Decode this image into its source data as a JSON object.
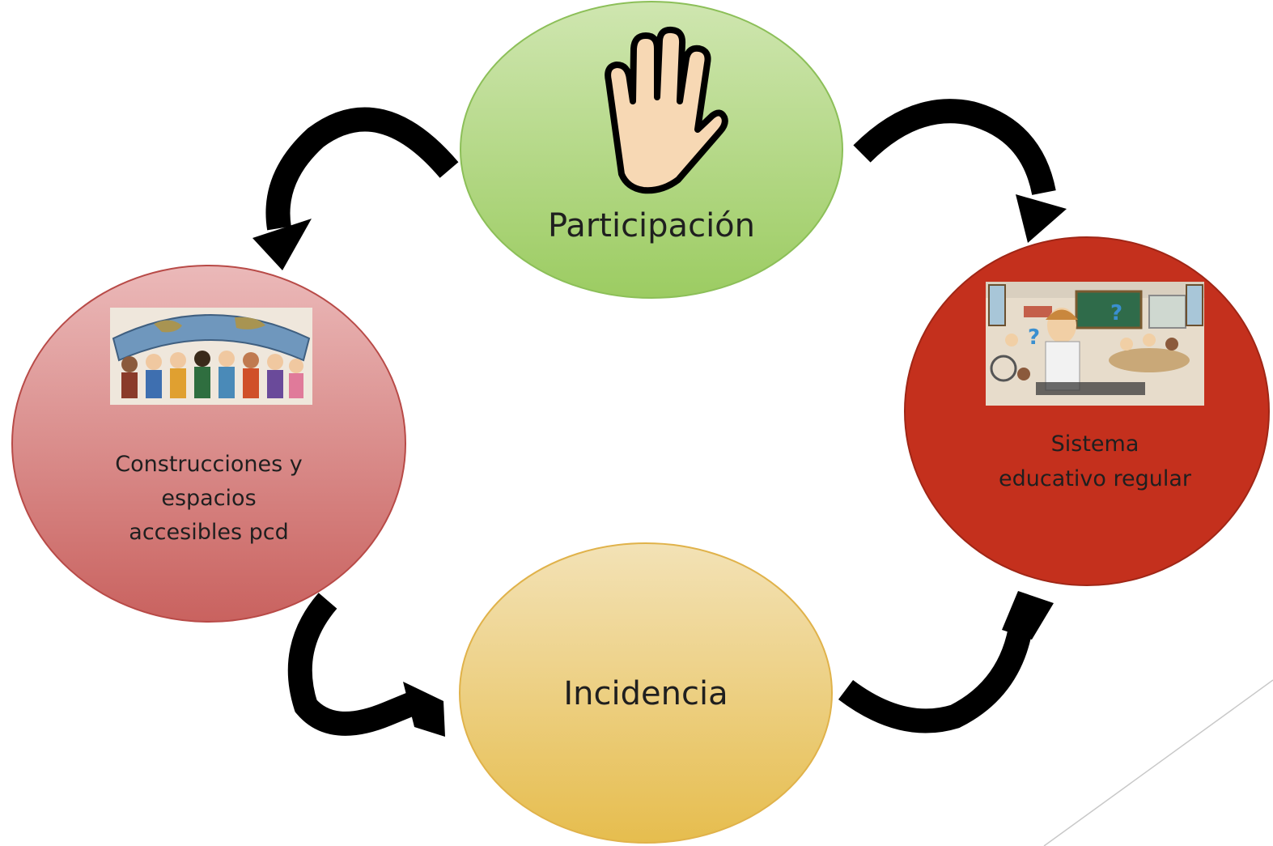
{
  "nodes": {
    "participacion": {
      "label": "Participación",
      "color": "#a9d273"
    },
    "sistema": {
      "label_line1": "Sistema",
      "label_line2": "educativo regular",
      "color": "#c4301d"
    },
    "incidencia": {
      "label": "Incidencia",
      "color": "#ecc95d"
    },
    "construcciones": {
      "label_line1": "Construcciones y",
      "label_line2": "espacios",
      "label_line3": "accesibles pcd",
      "color": "#d6706c"
    }
  },
  "icons": {
    "participacion": "raised-hand-icon",
    "sistema": "classroom-illustration",
    "construcciones": "people-holding-world-illustration"
  },
  "arrow_color": "#000000"
}
